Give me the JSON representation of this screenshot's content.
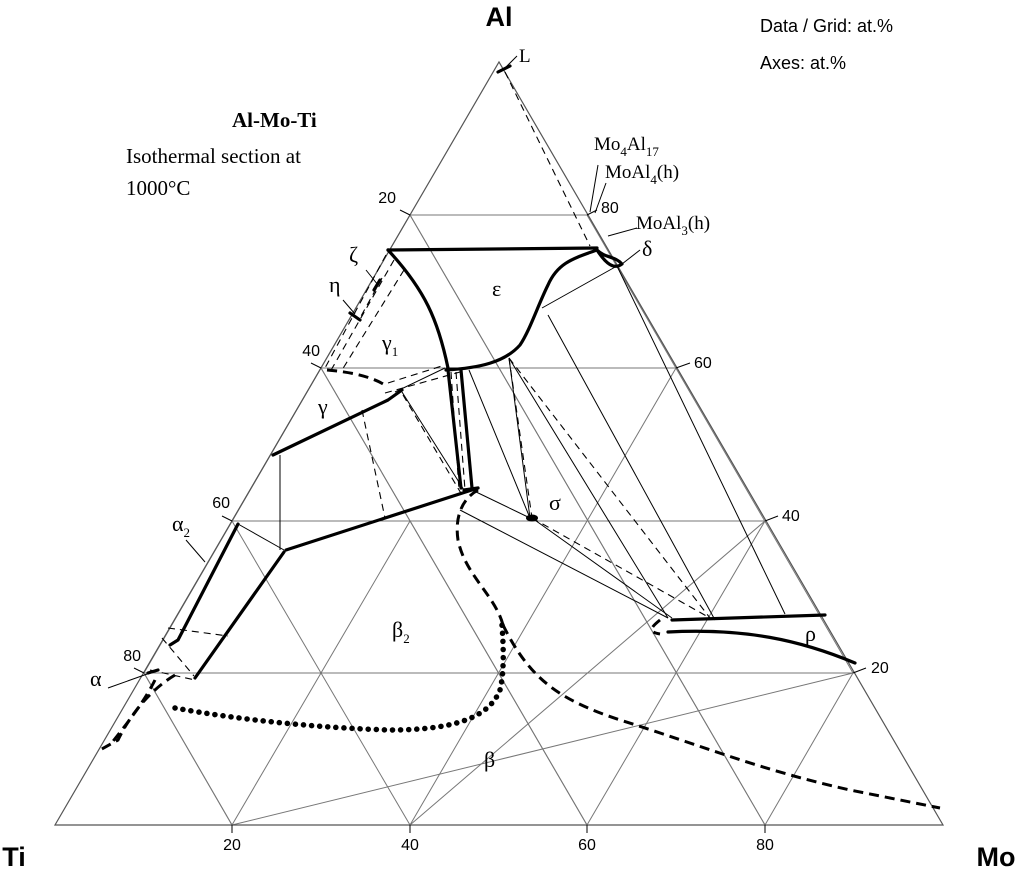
{
  "vertices": {
    "top": "Al",
    "left": "Ti",
    "right": "Mo"
  },
  "info": {
    "line1": "Data / Grid: at.%",
    "line2": "Axes: at.%"
  },
  "title": {
    "system": "Al-Mo-Ti",
    "line2": "Isothermal section at",
    "line3": "1000°C"
  },
  "ticks": {
    "bottom": [
      "20",
      "40",
      "60",
      "80"
    ],
    "left": [
      "20",
      "40",
      "60",
      "80"
    ],
    "right": [
      "80",
      "60",
      "40",
      "20"
    ]
  },
  "phases": {
    "L": "L",
    "mo4al17": {
      "base": "Mo",
      "s1": "4",
      "mid": "Al",
      "s2": "17"
    },
    "moal4": {
      "base": "MoAl",
      "s1": "4",
      "tail": "(h)"
    },
    "moal3": {
      "base": "MoAl",
      "s1": "3",
      "tail": "(h)"
    },
    "delta": "δ",
    "epsilon": "ε",
    "zeta": "ζ",
    "eta": "η",
    "gamma1": {
      "base": "γ",
      "s1": "1"
    },
    "gamma": "γ",
    "alpha2": {
      "base": "α",
      "s1": "2"
    },
    "alpha": "α",
    "beta2": {
      "base": "β",
      "s1": "2"
    },
    "beta": "β",
    "sigma": "σ",
    "rho": "ρ"
  },
  "colors": {
    "ink": "#000000",
    "grid": "#777777",
    "background": "#ffffff"
  }
}
